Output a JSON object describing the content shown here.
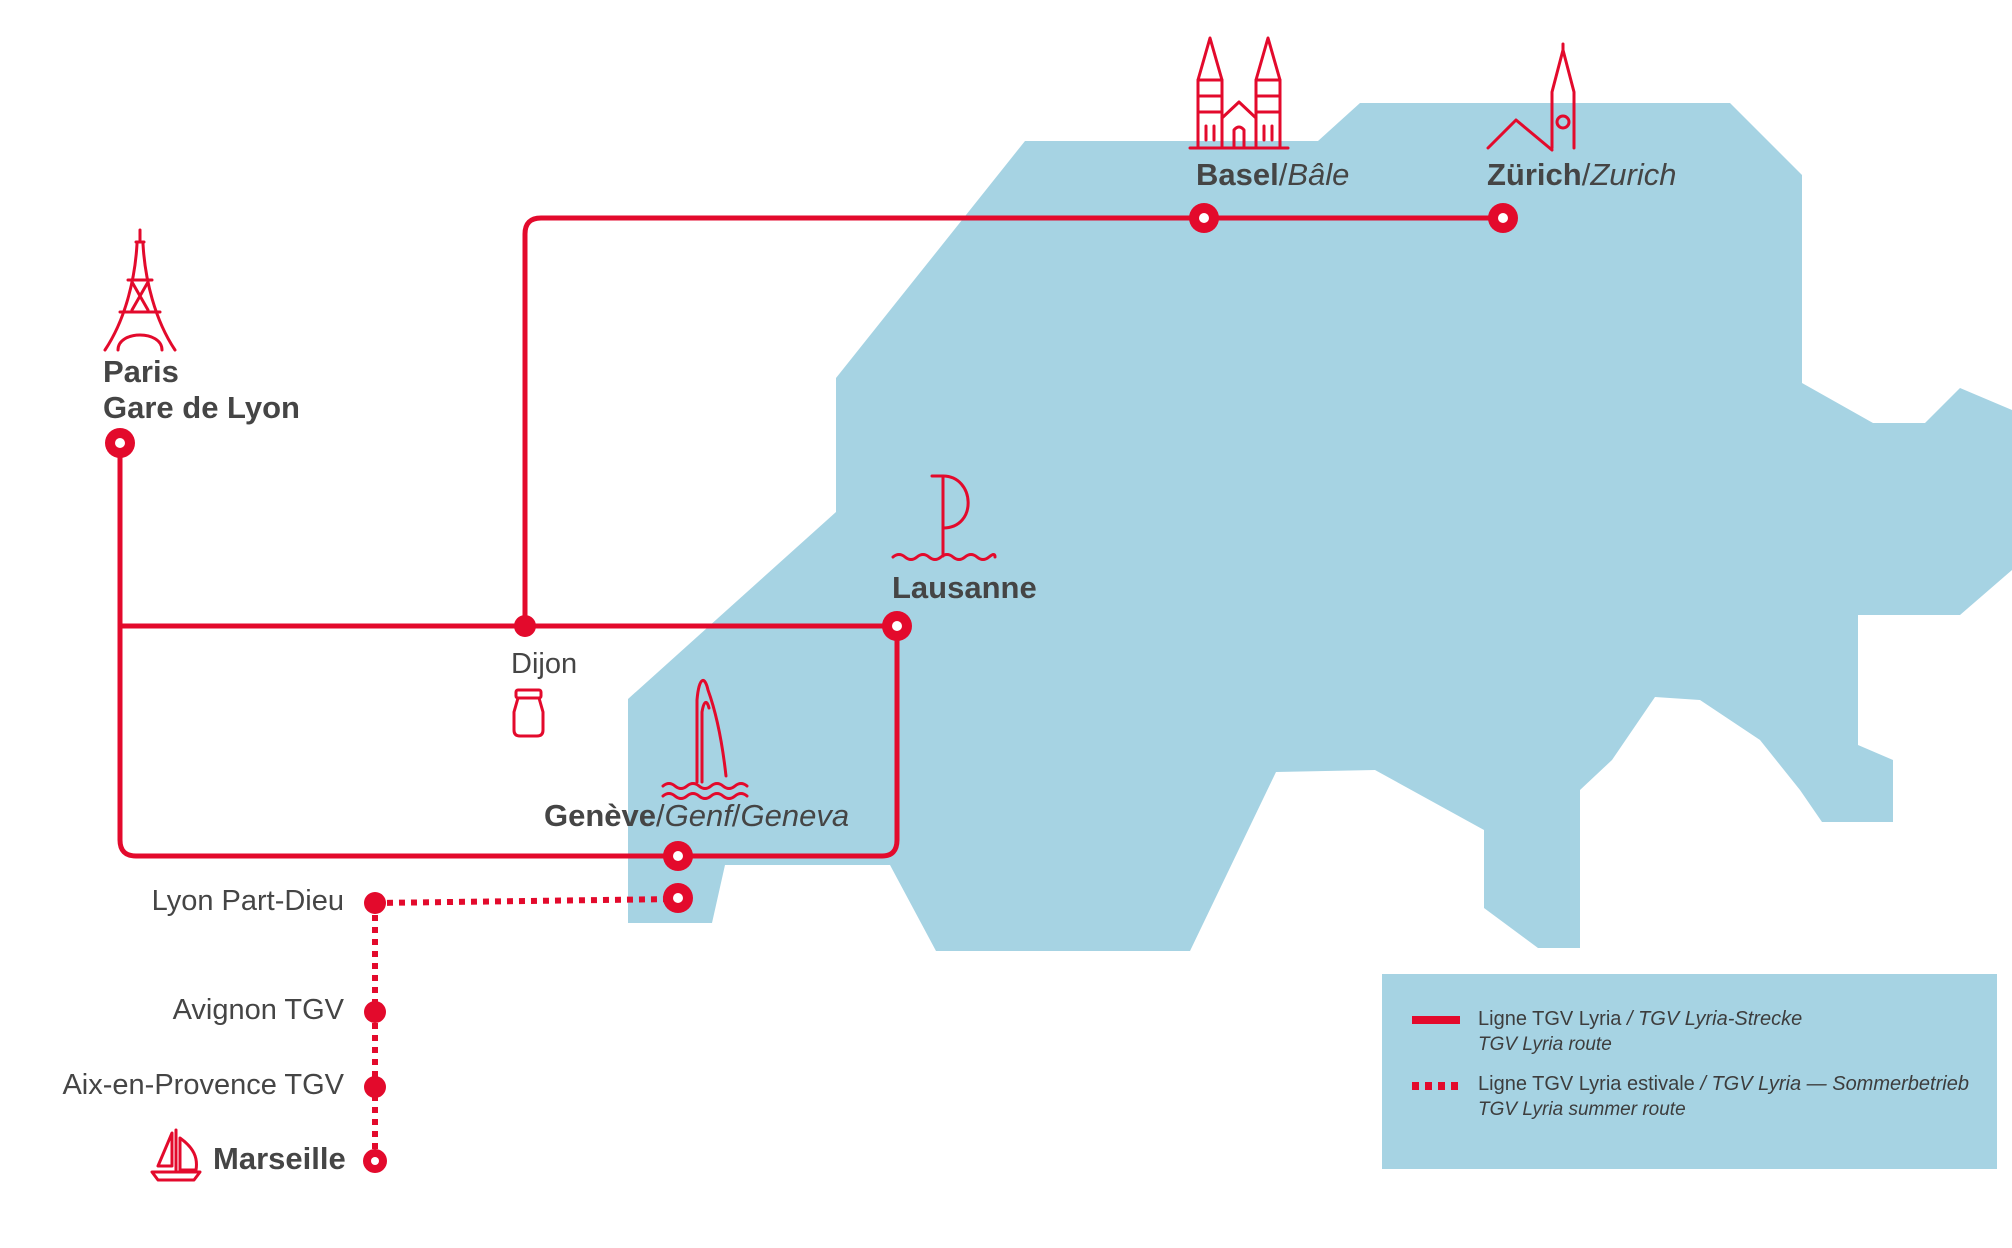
{
  "colors": {
    "route": "#e30a2c",
    "land": "#a6d3e3",
    "text": "#454545"
  },
  "stations": {
    "paris": {
      "line1": "Paris",
      "line2": "Gare de Lyon",
      "icon": "eiffel-tower-icon"
    },
    "dijon": {
      "name": "Dijon",
      "icon": "mustard-jar-icon"
    },
    "lausanne": {
      "name": "Lausanne",
      "icon": "sailboat-sail-icon"
    },
    "geneve": {
      "name": "Genève",
      "alt1": "Genf",
      "alt2": "Geneva",
      "sep": "/",
      "icon": "jet-d-eau-fountain-icon"
    },
    "basel": {
      "name": "Basel",
      "alt": "Bâle",
      "sep": "/",
      "icon": "basel-minster-icon"
    },
    "zurich": {
      "name": "Zürich",
      "alt": "Zurich",
      "sep": "/",
      "icon": "zurich-church-icon"
    },
    "lyon": {
      "name": "Lyon Part-Dieu"
    },
    "avignon": {
      "name": "Avignon TGV"
    },
    "aix": {
      "name": "Aix-en-Provence TGV"
    },
    "marseille": {
      "name": "Marseille",
      "icon": "sailboat-icon"
    }
  },
  "legend": {
    "solid": {
      "main": "Ligne TGV Lyria",
      "de": " / TGV Lyria-Strecke",
      "en": "TGV Lyria route"
    },
    "dotted": {
      "main": "Ligne TGV Lyria estivale",
      "de": " / TGV Lyria — Sommerbetrieb",
      "en": "TGV Lyria summer route"
    }
  }
}
